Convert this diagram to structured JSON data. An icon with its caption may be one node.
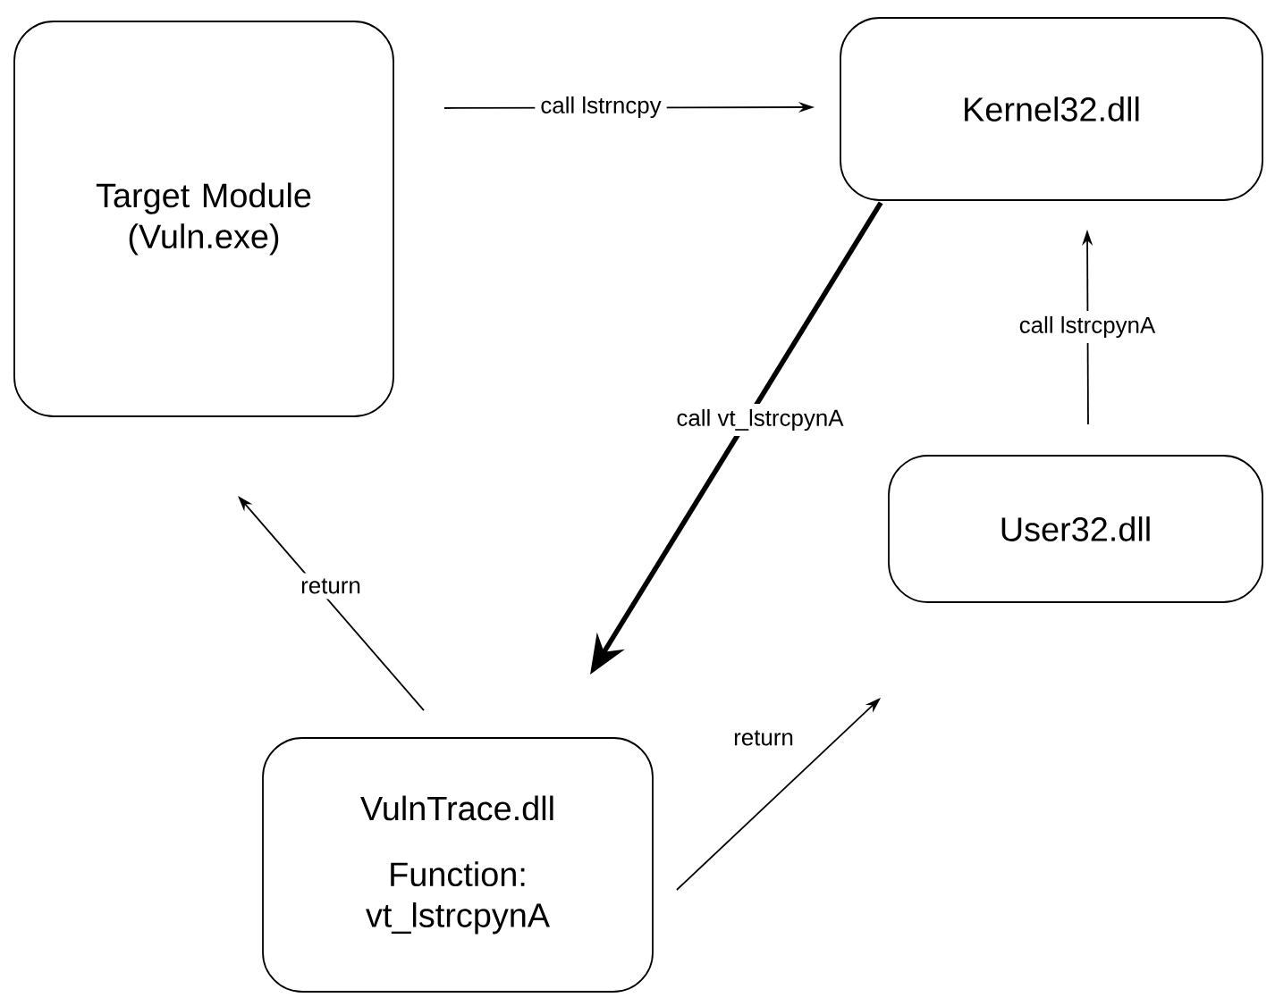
{
  "diagram": {
    "nodes": [
      {
        "text": [
          "Target Module (Vuln.exe)"
        ]
      },
      {
        "text": [
          "Kernel32.dll"
        ]
      },
      {
        "text": [
          "User32.dll"
        ]
      },
      {
        "text": [
          "VulnTrace.dll",
          "Function: vt_lstrcpynA"
        ]
      }
    ],
    "edges": [
      {
        "from": 0,
        "to": 1,
        "arrow": "to",
        "label": "call lstrncpy"
      },
      {
        "from": 1,
        "to": 3,
        "arrow": "to",
        "label": "call vt_lstrcpynA",
        "style": "thick"
      },
      {
        "from": 2,
        "to": 1,
        "arrow": "to",
        "label": "call lstrcpynA"
      },
      {
        "from": 3,
        "to": 0,
        "arrow": "to",
        "label": "return"
      },
      {
        "from": 3,
        "to": 2,
        "arrow": "to",
        "label": "return"
      }
    ]
  }
}
